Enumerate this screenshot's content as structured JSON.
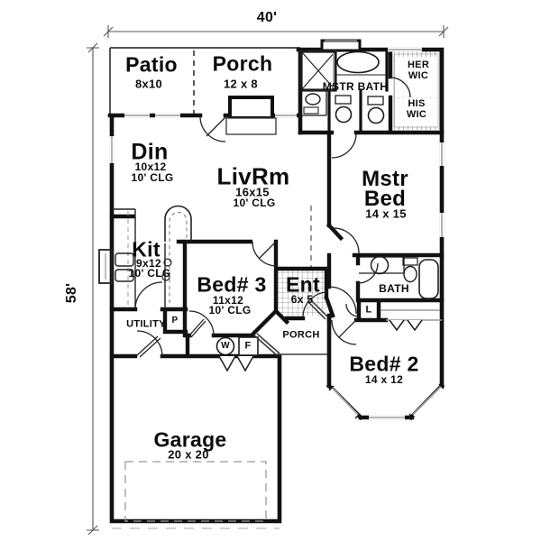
{
  "dimensions": {
    "width": "40'",
    "height": "58'"
  },
  "rooms": {
    "patio": {
      "name": "Patio",
      "size": "8x10"
    },
    "back_porch": {
      "name": "Porch",
      "size": "12 x 8"
    },
    "mstr_bath": {
      "name": "MSTR BATH"
    },
    "her_wic": {
      "line1": "HER",
      "line2": "WIC"
    },
    "his_wic": {
      "line1": "HIS",
      "line2": "WIC"
    },
    "din": {
      "name": "Din",
      "size": "10x12",
      "ceiling": "10' CLG"
    },
    "livrm": {
      "name": "LivRm",
      "size": "16x15",
      "ceiling": "10' CLG"
    },
    "mstr_bed": {
      "line1": "Mstr",
      "line2": "Bed",
      "size": "14 x 15"
    },
    "kit": {
      "name": "Kit",
      "size": "9x12",
      "ceiling": "10' CLG"
    },
    "bed3": {
      "name": "Bed# 3",
      "size": "11x12",
      "ceiling": "10' CLG"
    },
    "ent": {
      "name": "Ent",
      "size": "6x 5"
    },
    "bath": {
      "name": "BATH"
    },
    "utility": {
      "name": "UTILITY"
    },
    "front_porch": {
      "name": "PORCH"
    },
    "bed2": {
      "name": "Bed# 2",
      "size": "14 x 12"
    },
    "garage": {
      "name": "Garage",
      "size": "20 x 20"
    }
  },
  "closets": {
    "pantry": "P",
    "washer": "W",
    "freezer": "F",
    "linen": "L"
  },
  "colors": {
    "wall": "#111111",
    "window": "#9a9a9a",
    "background": "#ffffff"
  }
}
